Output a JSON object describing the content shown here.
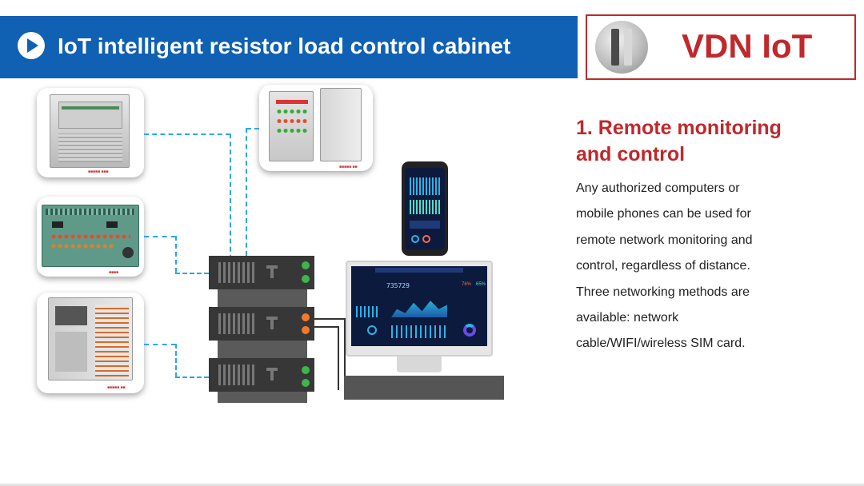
{
  "header": {
    "title": "IoT intelligent resistor load control cabinet",
    "play_icon": "play-icon"
  },
  "logo": {
    "text": "VDN IoT",
    "mark_icon": "vdn-logo-mark",
    "color": "#c0282c"
  },
  "feature": {
    "heading_line1": "1. Remote monitoring",
    "heading_line2": "and control",
    "body_lines": [
      "Any authorized computers or",
      "mobile phones can be used for",
      "remote network monitoring and",
      "control, regardless of distance.",
      "Three networking methods are",
      "available: network",
      "cable/WIFI/wireless SIM card."
    ]
  },
  "dashboard": {
    "counter": "735729",
    "stat_a": "76%",
    "stat_b": "65%"
  },
  "colors": {
    "banner": "#1060b4",
    "accent_red": "#c0282c",
    "link_dash": "#2aa7e8",
    "server": "#373737",
    "led_green": "#3fb44a",
    "led_orange": "#f07a2a"
  }
}
